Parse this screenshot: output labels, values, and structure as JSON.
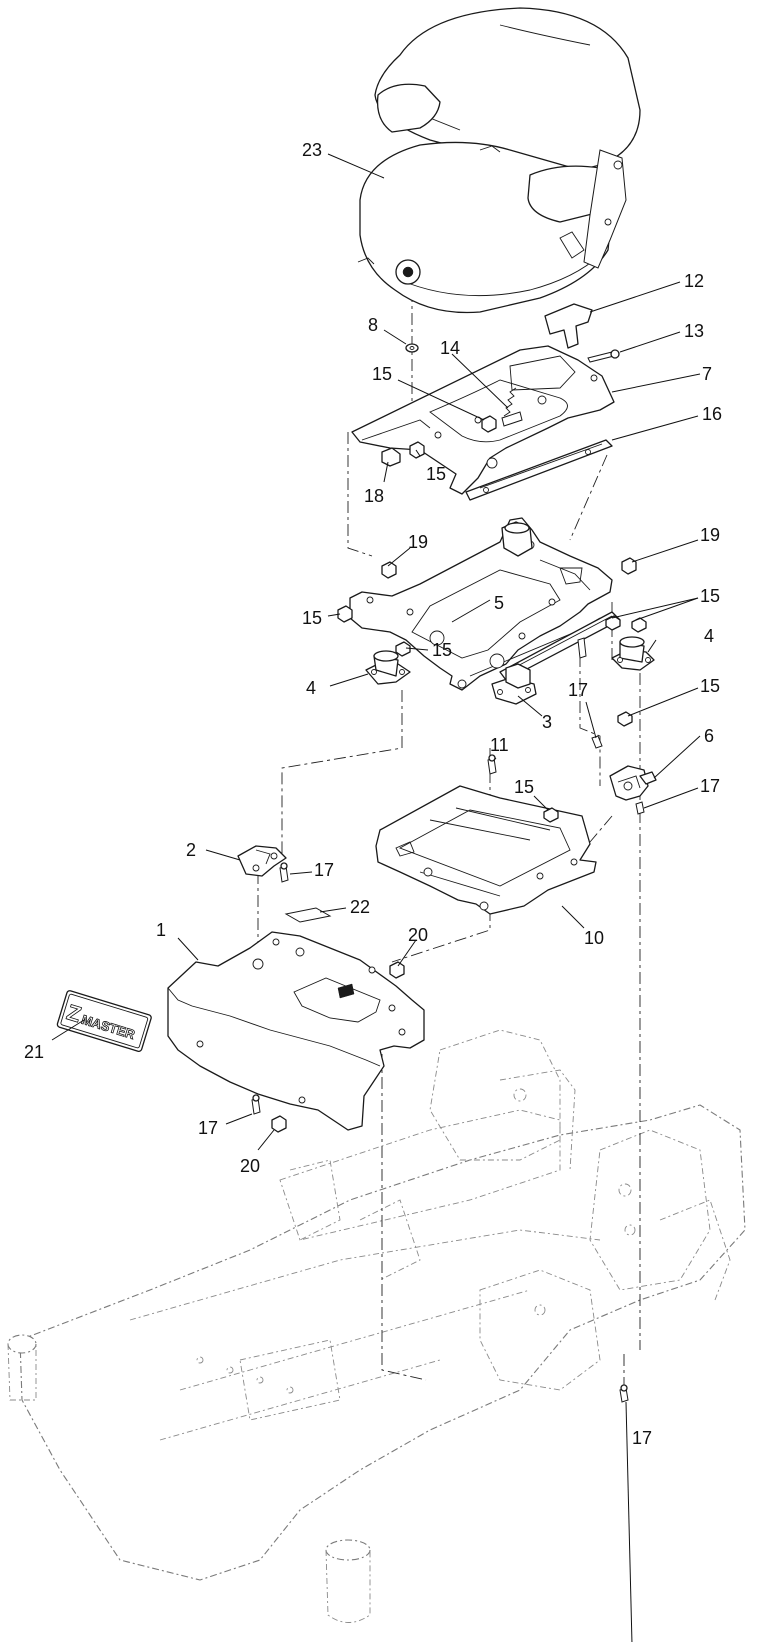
{
  "decal": {
    "brand_initial": "Z",
    "brand_word": "MASTER"
  },
  "callouts": {
    "seat": "23",
    "bracket_12": "12",
    "screw_13": "13",
    "plate_7": "7",
    "spring_14": "14",
    "washer_8": "8",
    "nut_15_a": "15",
    "nut_15_b": "15",
    "rail_16": "16",
    "bolt_18": "18",
    "nut_19_left": "19",
    "nut_19_right": "19",
    "nut_15_c": "15",
    "bracket_5": "5",
    "nut_15_d": "15",
    "nut_15_e": "15",
    "mount_4_left": "4",
    "mount_4_right": "4",
    "mount_3": "3",
    "bolt_17_a": "17",
    "nut_15_f": "15",
    "bolt_11": "11",
    "nut_15_g": "15",
    "bracket_6": "6",
    "bolt_17_b": "17",
    "bracket_2": "2",
    "bolt_17_c": "17",
    "label_22": "22",
    "pan_10": "10",
    "shroud_1": "1",
    "bolt_20_a": "20",
    "decal_21": "21",
    "bolt_17_d": "17",
    "bolt_20_b": "20",
    "bolt_17_e": "17"
  }
}
